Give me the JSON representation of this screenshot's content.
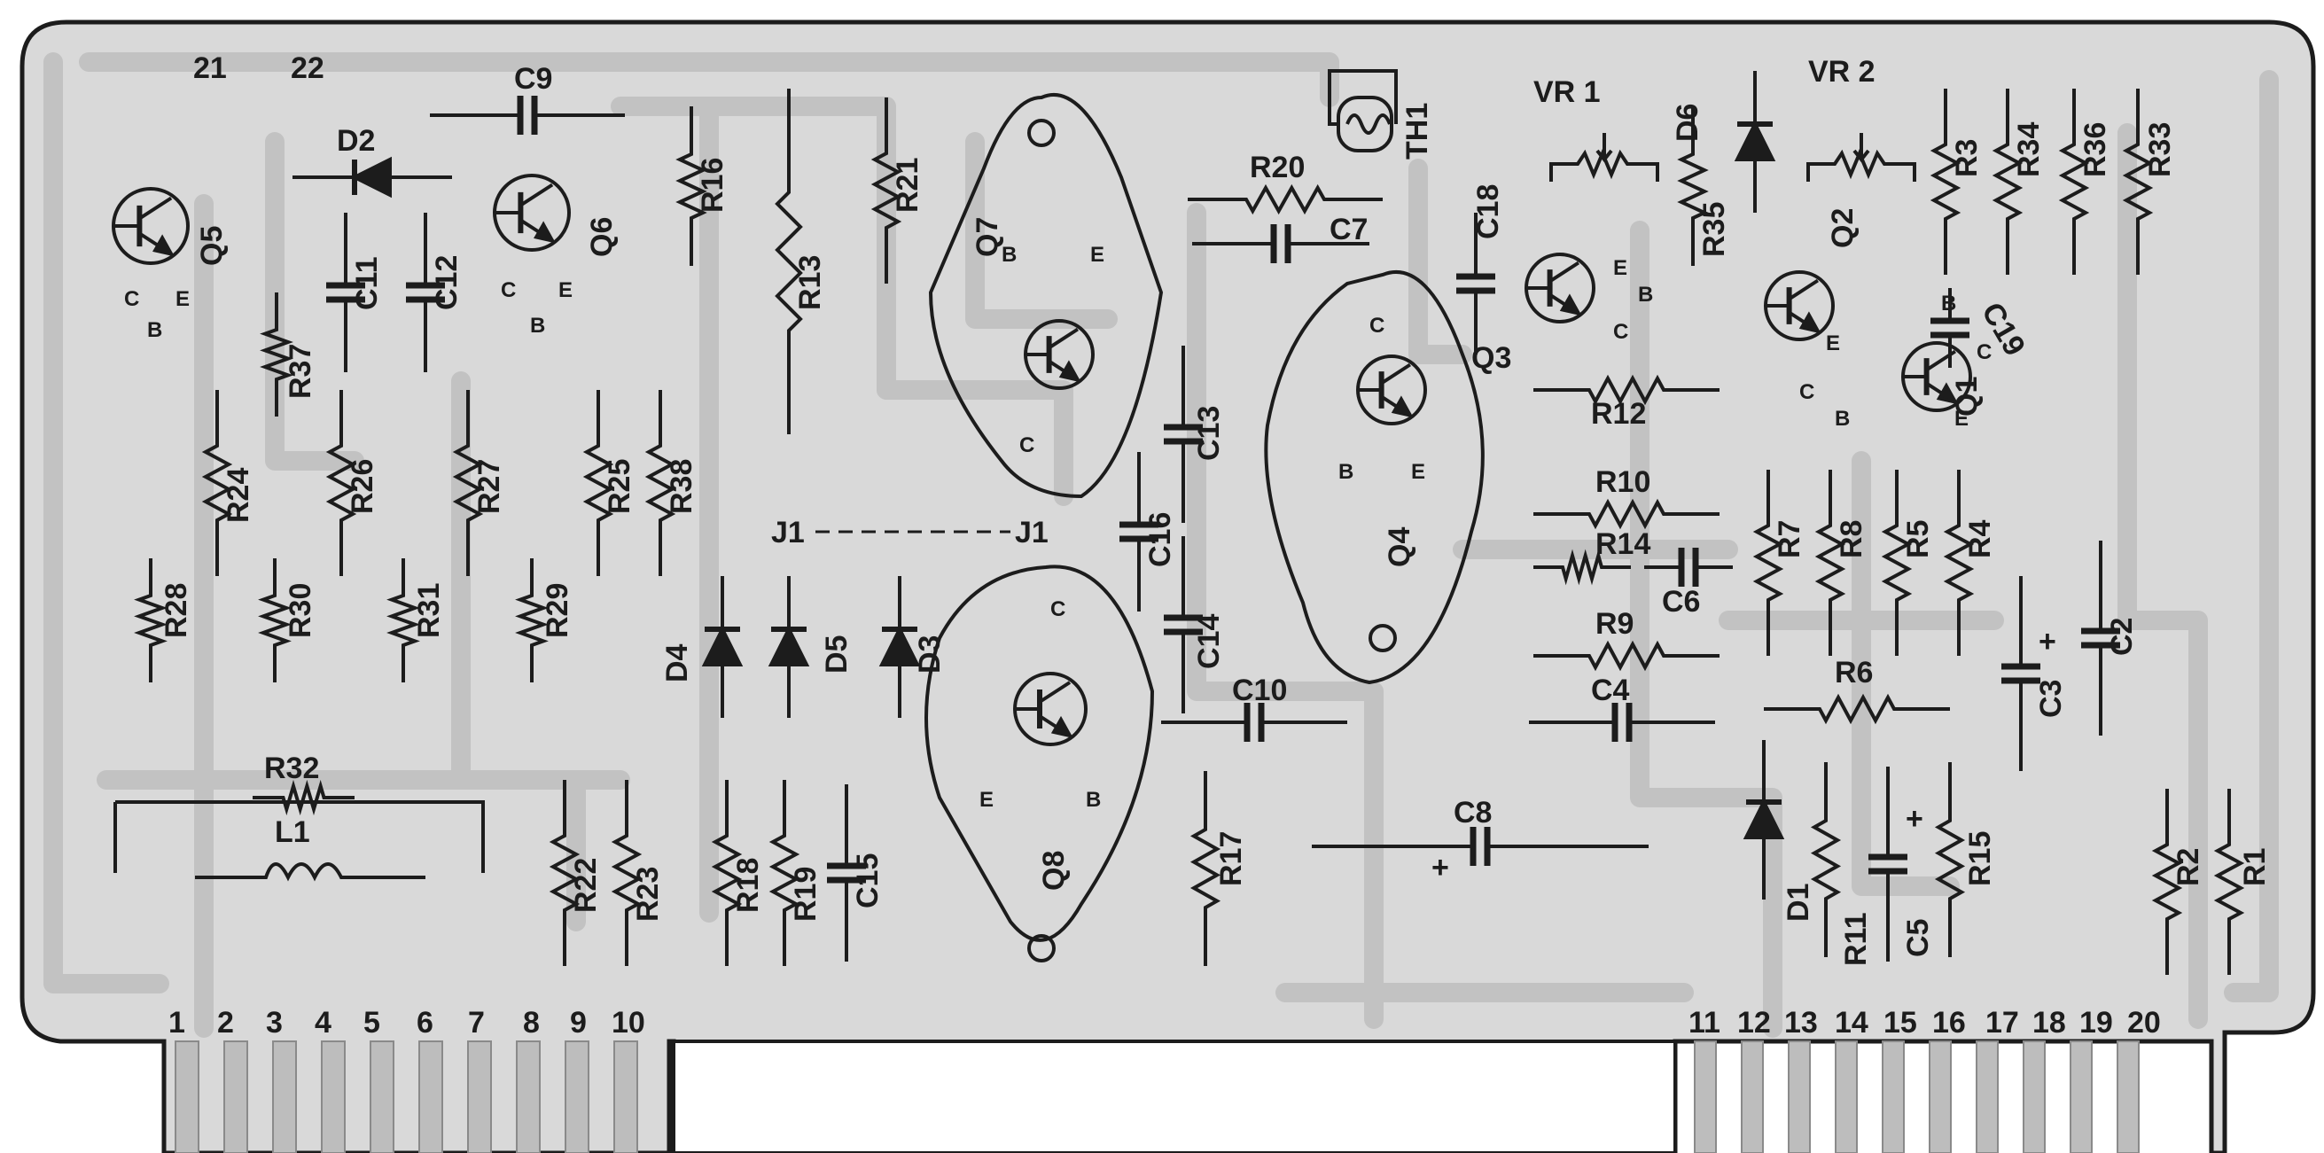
{
  "board": {
    "background": "#ffffff",
    "substrate_color": "#d9d9d9",
    "trace_color": "#c2c2c2",
    "ink_color": "#1c1c1c",
    "top_pins": [
      "21",
      "22"
    ],
    "edge_pins_left": [
      "1",
      "2",
      "3",
      "4",
      "5",
      "6",
      "7",
      "8",
      "9",
      "10"
    ],
    "edge_pins_right": [
      "11",
      "12",
      "13",
      "14",
      "15",
      "16",
      "17",
      "18",
      "19",
      "20"
    ],
    "jumper": {
      "left": "J1",
      "right": "J1"
    },
    "marks": {
      "c3_plus": "+",
      "c5_plus": "+",
      "c8_plus": "+"
    }
  },
  "components": {
    "resistors": [
      {
        "ref": "R1"
      },
      {
        "ref": "R2"
      },
      {
        "ref": "R3"
      },
      {
        "ref": "R4"
      },
      {
        "ref": "R5"
      },
      {
        "ref": "R6"
      },
      {
        "ref": "R7"
      },
      {
        "ref": "R8"
      },
      {
        "ref": "R9"
      },
      {
        "ref": "R10"
      },
      {
        "ref": "R11"
      },
      {
        "ref": "R12"
      },
      {
        "ref": "R13"
      },
      {
        "ref": "R14"
      },
      {
        "ref": "R15"
      },
      {
        "ref": "R16"
      },
      {
        "ref": "R17"
      },
      {
        "ref": "R18"
      },
      {
        "ref": "R19"
      },
      {
        "ref": "R20"
      },
      {
        "ref": "R21"
      },
      {
        "ref": "R22"
      },
      {
        "ref": "R23"
      },
      {
        "ref": "R24"
      },
      {
        "ref": "R25"
      },
      {
        "ref": "R26"
      },
      {
        "ref": "R27"
      },
      {
        "ref": "R28"
      },
      {
        "ref": "R29"
      },
      {
        "ref": "R30"
      },
      {
        "ref": "R31"
      },
      {
        "ref": "R32"
      },
      {
        "ref": "R33"
      },
      {
        "ref": "R34"
      },
      {
        "ref": "R35"
      },
      {
        "ref": "R36"
      },
      {
        "ref": "R37"
      },
      {
        "ref": "R38"
      }
    ],
    "capacitors": [
      {
        "ref": "C2"
      },
      {
        "ref": "C3"
      },
      {
        "ref": "C4"
      },
      {
        "ref": "C5"
      },
      {
        "ref": "C6"
      },
      {
        "ref": "C7"
      },
      {
        "ref": "C8"
      },
      {
        "ref": "C9"
      },
      {
        "ref": "C10"
      },
      {
        "ref": "C11"
      },
      {
        "ref": "C12"
      },
      {
        "ref": "C13"
      },
      {
        "ref": "C14"
      },
      {
        "ref": "C15"
      },
      {
        "ref": "C16"
      },
      {
        "ref": "C18"
      },
      {
        "ref": "C19"
      }
    ],
    "diodes": [
      {
        "ref": "D1"
      },
      {
        "ref": "D2"
      },
      {
        "ref": "D3"
      },
      {
        "ref": "D4"
      },
      {
        "ref": "D5"
      },
      {
        "ref": "D6"
      }
    ],
    "small_transistors": [
      {
        "ref": "Q1",
        "pins": [
          "B",
          "C",
          "E"
        ]
      },
      {
        "ref": "Q2",
        "pins": [
          "E",
          "C",
          "B"
        ]
      },
      {
        "ref": "Q3",
        "pins": [
          "E",
          "B",
          "C"
        ]
      },
      {
        "ref": "Q5",
        "pins": [
          "C",
          "B",
          "E"
        ]
      },
      {
        "ref": "Q6",
        "pins": [
          "C",
          "B",
          "E"
        ]
      }
    ],
    "power_transistors": [
      {
        "ref": "Q4",
        "pins": [
          "C",
          "B",
          "E"
        ]
      },
      {
        "ref": "Q7",
        "pins": [
          "B",
          "E",
          "C"
        ]
      },
      {
        "ref": "Q8",
        "pins": [
          "C",
          "E",
          "B"
        ]
      }
    ],
    "inductor": {
      "ref": "L1"
    },
    "thermistor": {
      "ref": "TH1"
    },
    "trimmers": [
      {
        "ref": "VR 1"
      },
      {
        "ref": "VR 2"
      }
    ]
  }
}
